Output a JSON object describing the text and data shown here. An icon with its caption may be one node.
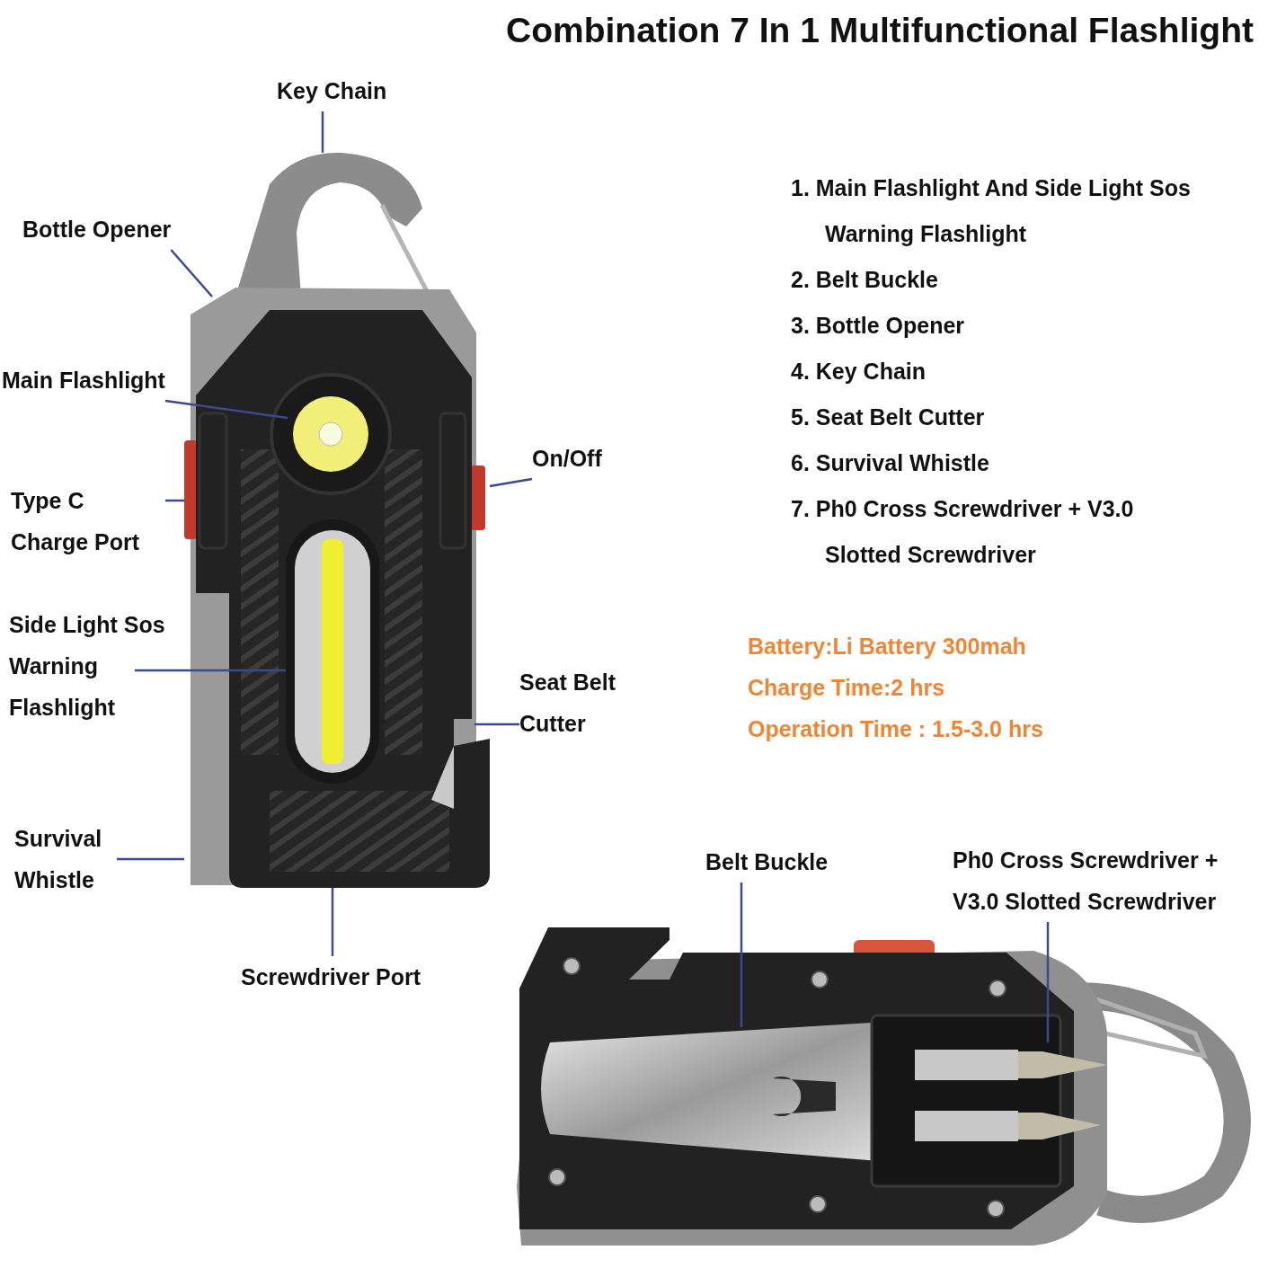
{
  "diagram": {
    "title": "Combination 7 In 1 Multifunctional Flashlight",
    "nodes": [
      {
        "text": [
          "Key Chain"
        ]
      },
      {
        "text": [
          "Bottle Opener"
        ]
      },
      {
        "text": [
          "Main Flashlight"
        ]
      },
      {
        "text": [
          "On/Off"
        ]
      },
      {
        "text": [
          "Type C Charge Port"
        ]
      },
      {
        "text": [
          "Side Light Sos Warning Flashlight"
        ]
      },
      {
        "text": [
          "Seat Belt Cutter"
        ]
      },
      {
        "text": [
          "Survival Whistle"
        ]
      },
      {
        "text": [
          "Screwdriver Port"
        ]
      },
      {
        "text": [
          "Belt Buckle"
        ]
      },
      {
        "text": [
          "Ph0 Cross Screwdriver + V3.0 Slotted Screwdriver"
        ]
      },
      {
        "text": [],
        "shape": "picture"
      },
      {
        "text": [],
        "shape": "picture"
      }
    ],
    "edges": [
      {
        "from": 0,
        "to": 11,
        "arrow": "none"
      },
      {
        "from": 1,
        "to": 11,
        "arrow": "none"
      },
      {
        "from": 2,
        "to": 11,
        "arrow": "none"
      },
      {
        "from": 3,
        "to": 11,
        "arrow": "none"
      },
      {
        "from": 4,
        "to": 11,
        "arrow": "none"
      },
      {
        "from": 5,
        "to": 11,
        "arrow": "none"
      },
      {
        "from": 6,
        "to": 11,
        "arrow": "none"
      },
      {
        "from": 7,
        "to": 11,
        "arrow": "none"
      },
      {
        "from": 8,
        "to": 11,
        "arrow": "none"
      },
      {
        "from": 9,
        "to": 12,
        "arrow": "none"
      },
      {
        "from": 10,
        "to": 12,
        "arrow": "none"
      }
    ],
    "labels": [
      "1. Main Flashlight And Side Light Sos Warning Flashlight",
      "2. Belt Buckle",
      "3. Bottle Opener",
      "4. Key Chain",
      "5. Seat Belt Cutter",
      "6. Survival Whistle",
      "7. Ph0 Cross Screwdriver + V3.0 Slotted Screwdriver",
      "Battery:Li Battery 300mah",
      "Charge Time:2 hrs",
      "Operation Time : 1.5-3.0 hrs"
    ]
  }
}
